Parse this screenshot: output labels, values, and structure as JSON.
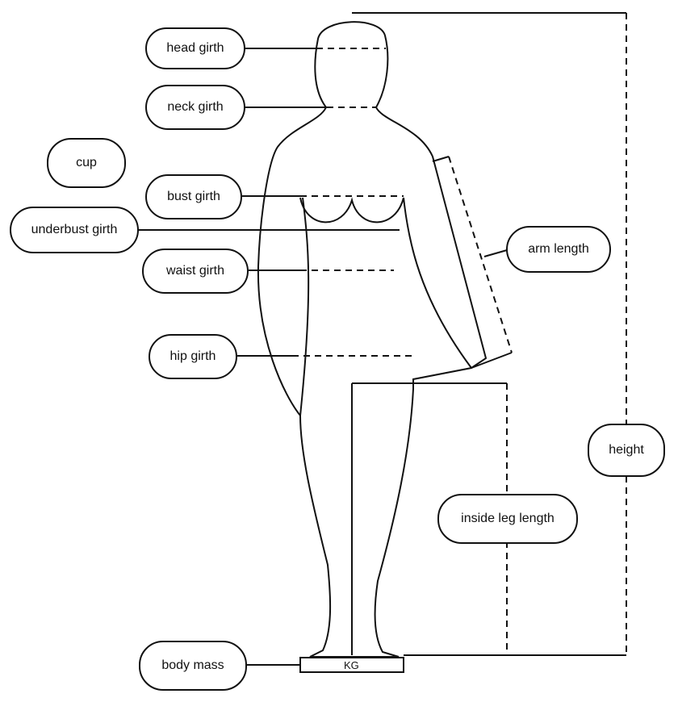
{
  "labels": {
    "head_girth": "head girth",
    "neck_girth": "neck girth",
    "cup": "cup",
    "bust_girth": "bust girth",
    "underbust_girth": "underbust girth",
    "waist_girth": "waist girth",
    "hip_girth": "hip girth",
    "arm_length": "arm length",
    "height": "height",
    "inside_leg_length": "inside leg length",
    "body_mass": "body mass",
    "scale_unit": "KG"
  }
}
